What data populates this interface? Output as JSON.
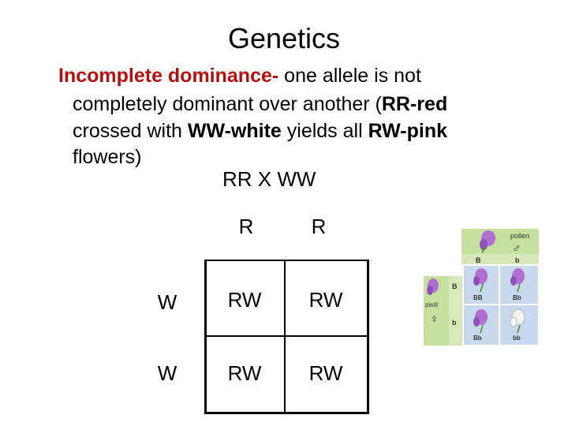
{
  "slide": {
    "title": "Genetics",
    "term": "Incomplete dominance-",
    "def1": " one allele is not",
    "l2a": "completely dominant over another (",
    "l2b": "RR-red",
    "l3a": "crossed with ",
    "l3b": "WW-white",
    "l3c": " yields all ",
    "l3d": "RW-pink",
    "l4": "flowers)",
    "cross": "RR  X  WW"
  },
  "punnett": {
    "col_headers": [
      "R",
      "R"
    ],
    "row_headers": [
      "W",
      "W"
    ],
    "cells": [
      [
        "RW",
        "RW"
      ],
      [
        "RW",
        "RW"
      ]
    ]
  },
  "diagram": {
    "pollen_label": "pollen",
    "male_symbol": "♂",
    "pistil_label": "pistil",
    "female_symbol": "♀",
    "col_alleles": [
      "B",
      "b"
    ],
    "row_alleles": [
      "B",
      "b"
    ],
    "genotypes": [
      "BB",
      "Bb",
      "Bb",
      "bb"
    ],
    "colors": {
      "header_green": "#c6e0a0",
      "cell_blue": "#c8d9ee",
      "purple_flower": "#b070d0",
      "white_flower": "#f4f4f4"
    }
  }
}
